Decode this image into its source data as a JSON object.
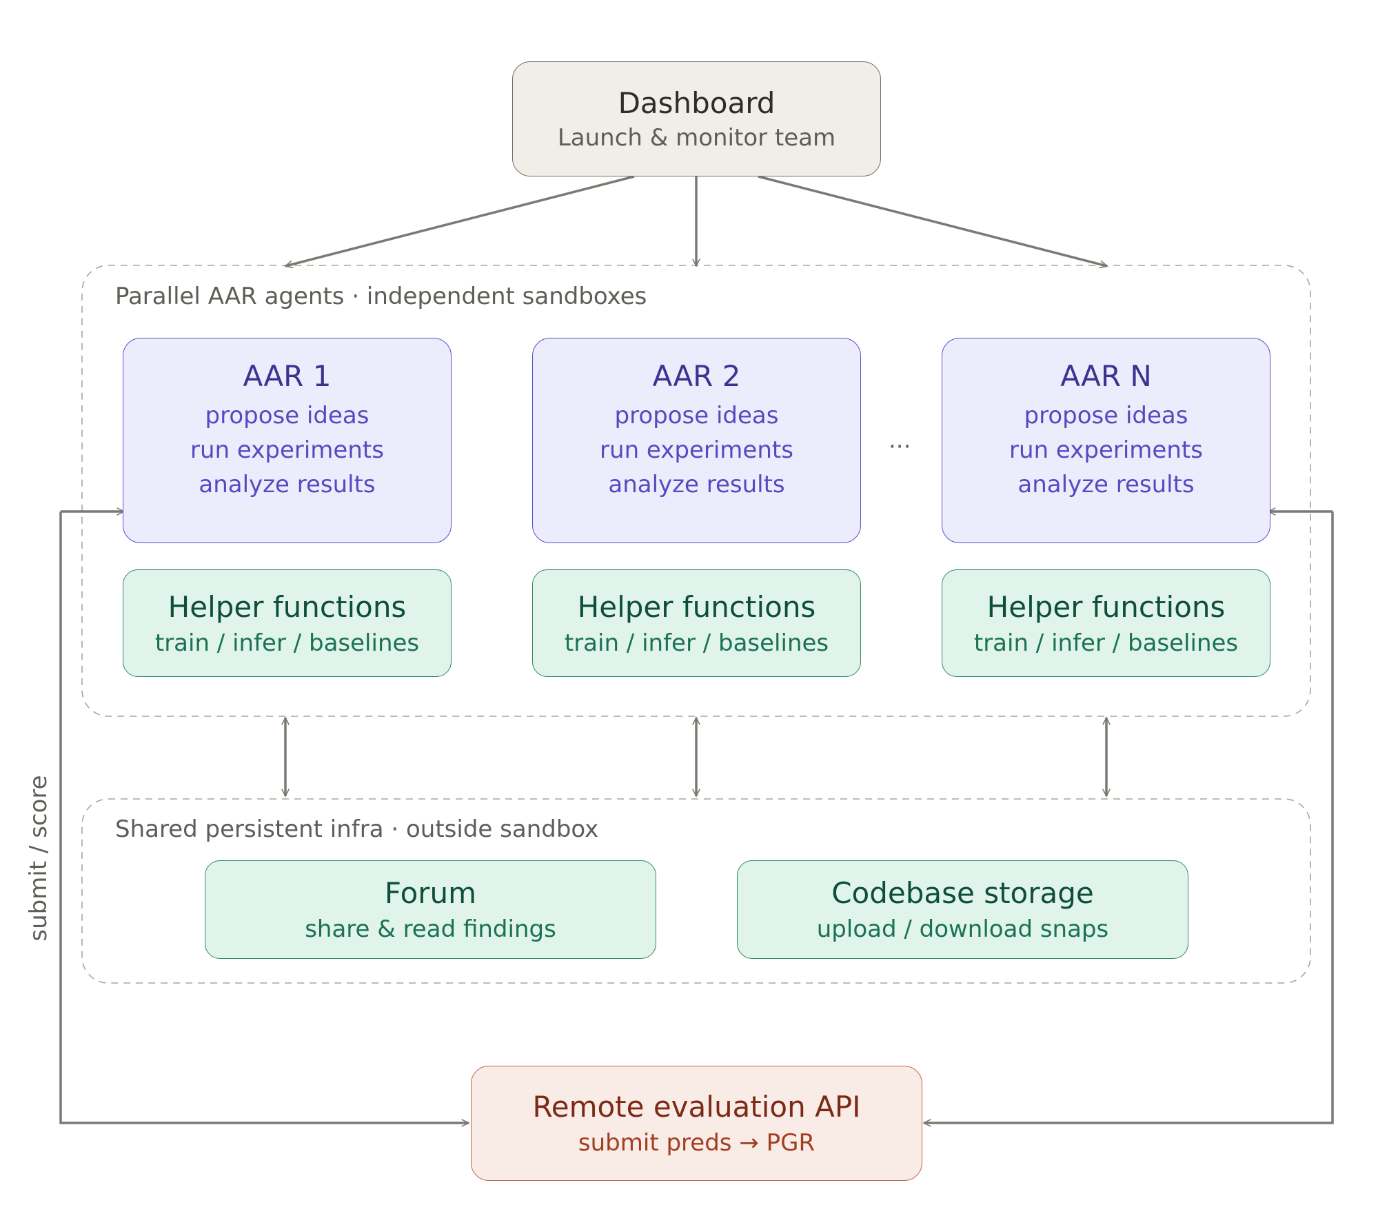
{
  "dashboard": {
    "title": "Dashboard",
    "subtitle": "Launch & monitor team"
  },
  "agents_group": {
    "label": "Parallel AAR agents · independent sandboxes",
    "ellipsis": "···",
    "agents": [
      {
        "title": "AAR 1",
        "lines": [
          "propose ideas",
          "run experiments",
          "analyze results"
        ]
      },
      {
        "title": "AAR 2",
        "lines": [
          "propose ideas",
          "run experiments",
          "analyze results"
        ]
      },
      {
        "title": "AAR N",
        "lines": [
          "propose ideas",
          "run experiments",
          "analyze results"
        ]
      }
    ],
    "helpers": [
      {
        "title": "Helper functions",
        "subtitle": "train / infer / baselines"
      },
      {
        "title": "Helper functions",
        "subtitle": "train / infer / baselines"
      },
      {
        "title": "Helper functions",
        "subtitle": "train / infer / baselines"
      }
    ]
  },
  "infra_group": {
    "label": "Shared persistent infra · outside sandbox",
    "forum": {
      "title": "Forum",
      "subtitle": "share & read findings"
    },
    "storage": {
      "title": "Codebase storage",
      "subtitle": "upload / download snaps"
    }
  },
  "remote_api": {
    "title": "Remote evaluation API",
    "subtitle": "submit preds → PGR"
  },
  "side_label": "submit / score",
  "colors": {
    "arrow": "#7a7a72",
    "agent_fill": "#ececfc",
    "helper_fill": "#e1f4ec",
    "dashboard_fill": "#f1eee8",
    "remote_fill": "#f9ebe6"
  }
}
